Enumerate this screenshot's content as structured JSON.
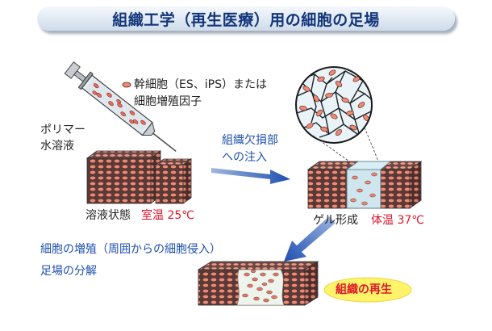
{
  "title": "組織工学（再生医療）用の細胞の足場",
  "labels": {
    "cells_line1": "幹細胞（ES、iPS）または",
    "cells_line2": "細胞増殖因子",
    "polymer_line1": "ポリマー",
    "polymer_line2": "水溶液",
    "solution_state": "溶液状態",
    "room_temp": "室温 25℃",
    "inject_line1": "組織欠損部",
    "inject_line2": "への注入",
    "gel": "ゲル形成",
    "body_temp": "体温 37℃",
    "prolif_line1": "細胞の増殖（周囲からの細胞侵入）",
    "prolif_line2": "足場の分解",
    "regeneration": "組織の再生"
  },
  "colors": {
    "title_text": "#12357a",
    "blue_text": "#1e4fb0",
    "red_text": "#e0152b",
    "block_fill": "#5a3a36",
    "cell_fill": "#f08a76",
    "gel_fill": "#cfe6ee",
    "badge_fill": "#fff36a",
    "arrow": "#2f5db8"
  }
}
